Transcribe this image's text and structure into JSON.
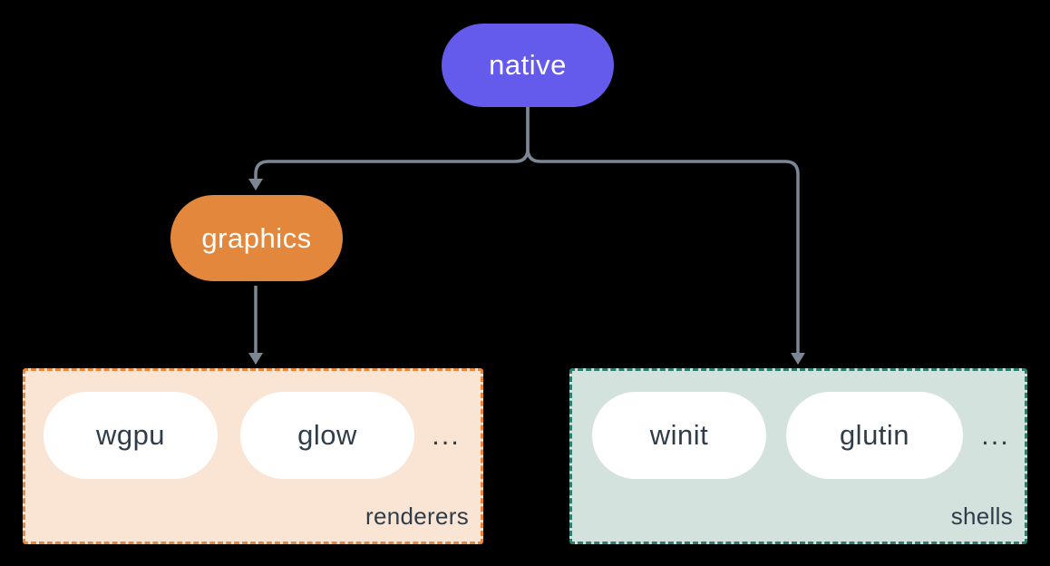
{
  "diagram": {
    "nodes": {
      "native": {
        "label": "native",
        "fill": "#645AEB",
        "text_color": "#ffffff"
      },
      "graphics": {
        "label": "graphics",
        "fill": "#E3873C",
        "text_color": "#ffffff"
      }
    },
    "edges": [
      {
        "from": "native",
        "to": "graphics"
      },
      {
        "from": "native",
        "to": "shells"
      },
      {
        "from": "graphics",
        "to": "renderers"
      }
    ],
    "groups": {
      "renderers": {
        "label": "renderers",
        "items": [
          "wgpu",
          "glow"
        ],
        "ellipsis": "...",
        "fill": "#FAE5D5",
        "border_color": "#E8863B"
      },
      "shells": {
        "label": "shells",
        "items": [
          "winit",
          "glutin"
        ],
        "ellipsis": "...",
        "fill": "#D3E2DC",
        "border_color": "#2E7D6E"
      }
    },
    "colors": {
      "background": "#000000",
      "connector": "#7B8794",
      "item_pill_fill": "#FFFFFF",
      "item_text": "#2F3D4A"
    }
  }
}
